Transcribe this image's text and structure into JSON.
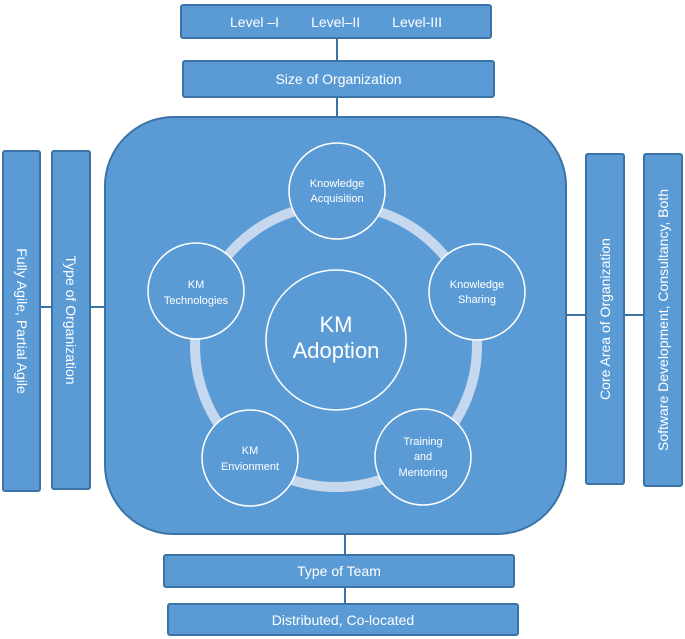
{
  "top": {
    "levels": [
      "Level –I",
      "Level–II",
      "Level-III"
    ],
    "size_label": "Size of Organization"
  },
  "left": {
    "type_label": "Type of Organization",
    "agile_label": "Fully Agile,   Partial Agile"
  },
  "right": {
    "core_label": "Core Area of Organization",
    "options_label": "Software Development, Consultancy, Both"
  },
  "bottom": {
    "team_label": "Type of Team",
    "distribution_label": "Distributed, Co-located"
  },
  "center": {
    "title_line1": "KM",
    "title_line2": "Adoption"
  },
  "nodes": [
    {
      "line1": "Knowledge",
      "line2": "Acquisition"
    },
    {
      "line1": "Knowledge",
      "line2": "Sharing"
    },
    {
      "line1": "Training",
      "line2": "and",
      "line3": "Mentoring"
    },
    {
      "line1": "KM",
      "line2": "Envionment"
    },
    {
      "line1": "KM",
      "line2": "Technologies"
    }
  ],
  "colors": {
    "fill": "#5b9bd5",
    "border": "#3b73a6",
    "ring": "#c5d8ee",
    "text": "#ffffff"
  }
}
